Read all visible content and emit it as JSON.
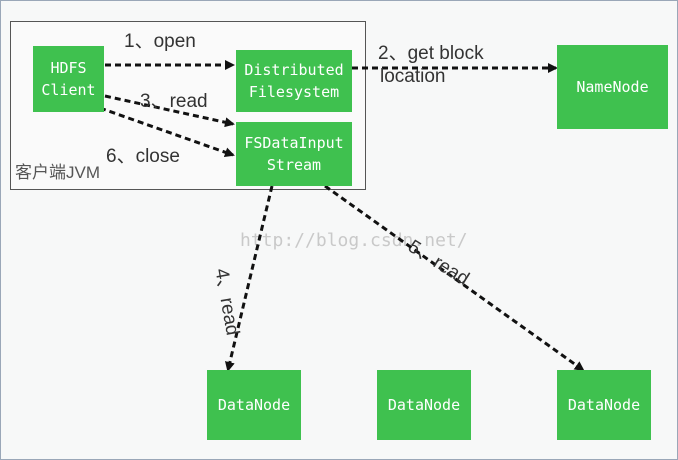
{
  "nodes": {
    "hdfs_client": {
      "line1": "HDFS",
      "line2": "Client"
    },
    "distributed_fs": {
      "line1": "Distributed",
      "line2": "Filesystem"
    },
    "fsdata_input_stream": {
      "line1": "FSDataInput",
      "line2": "Stream"
    },
    "namenode": {
      "line1": "NameNode"
    },
    "datanode_1": {
      "line1": "DataNode"
    },
    "datanode_2": {
      "line1": "DataNode"
    },
    "datanode_3": {
      "line1": "DataNode"
    }
  },
  "container": {
    "label": "客户端JVM"
  },
  "edges": {
    "open": "1、open",
    "get_block_line1": "2、get block",
    "get_block_line2": "location",
    "read3": "3、read",
    "close": "6、close",
    "read4": "4、read",
    "read5": "5、read"
  },
  "watermark": "http://blog.csdn.net/",
  "colors": {
    "node_fill": "#3fc14f",
    "node_text": "#ffffff",
    "arrow": "#111111"
  }
}
